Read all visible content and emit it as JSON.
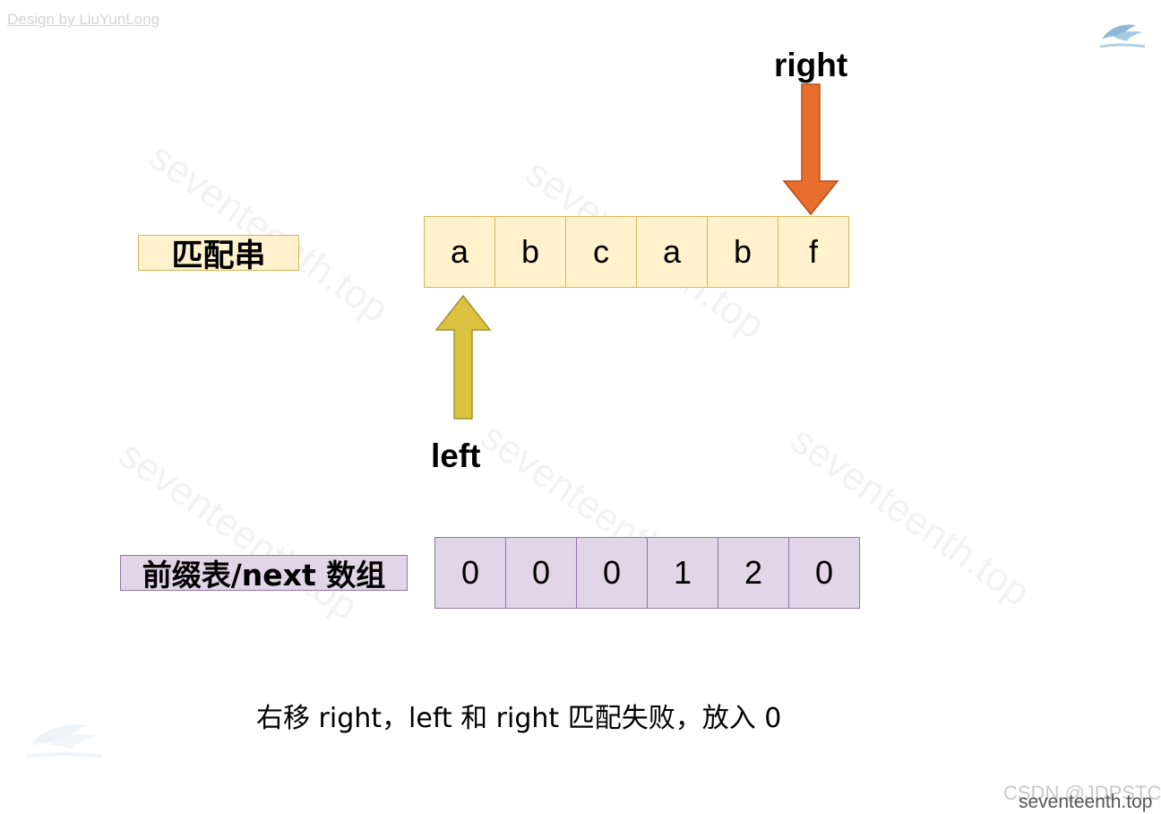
{
  "header": {
    "credit": "Design by LiuYunLong"
  },
  "watermark": {
    "text": "seventeenth.top"
  },
  "match_string": {
    "label": "匹配串",
    "chars": [
      "a",
      "b",
      "c",
      "a",
      "b",
      "f"
    ]
  },
  "next_array": {
    "label": "前缀表/next 数组",
    "values": [
      "0",
      "0",
      "0",
      "1",
      "2",
      "0"
    ]
  },
  "pointers": {
    "right": {
      "label": "right",
      "color": "#e86e2d",
      "stroke": "#b1501a",
      "index": 5
    },
    "left": {
      "label": "left",
      "color": "#dbc243",
      "stroke": "#a8912b",
      "index": 0
    }
  },
  "caption": "右移 right，left 和 right 匹配失败，放入 0",
  "footer": {
    "csdn": "CSDN @JDPSTC",
    "site": "seventeenth.top"
  },
  "colors": {
    "match_fill": "#fff2cc",
    "match_stroke": "#d6b656",
    "next_fill": "#e1d5e7",
    "next_stroke": "#9673a6"
  }
}
